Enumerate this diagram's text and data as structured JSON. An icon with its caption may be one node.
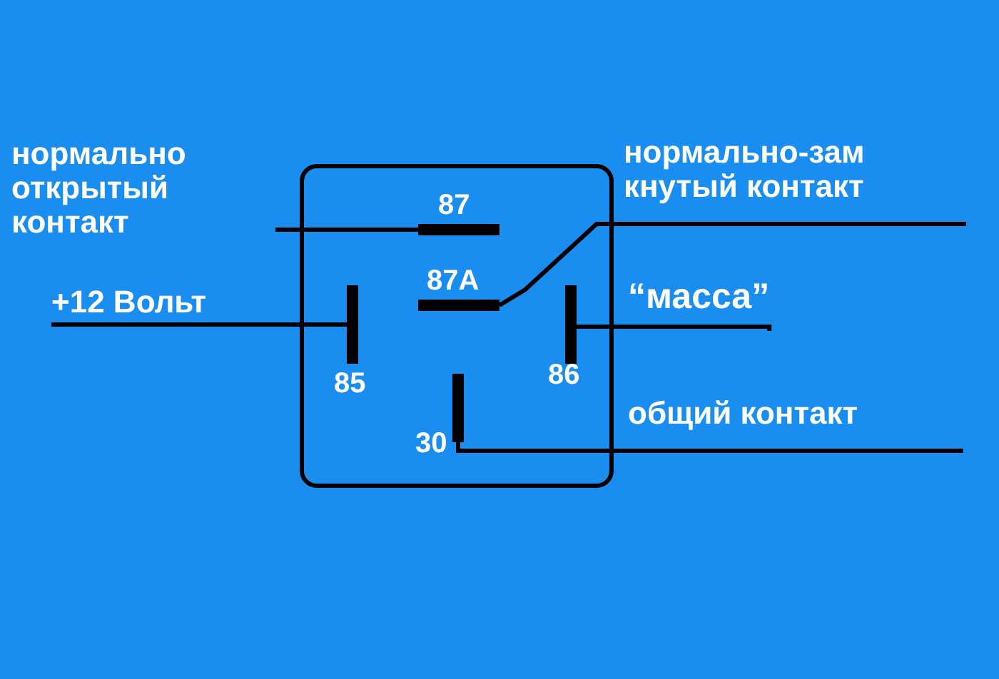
{
  "diagram": {
    "nodes": [
      {
        "text": [],
        "shape": "box"
      },
      {
        "text": [],
        "shape": "bar",
        "in": 0,
        "beside": [
          "87"
        ]
      },
      {
        "text": [],
        "shape": "bar",
        "in": 0,
        "beside": [
          "87A"
        ]
      },
      {
        "text": [],
        "shape": "bar",
        "in": 0,
        "beside": [
          "85"
        ]
      },
      {
        "text": [],
        "shape": "bar",
        "in": 0,
        "beside": [
          "86"
        ]
      },
      {
        "text": [],
        "shape": "bar",
        "in": 0,
        "beside": [
          "30"
        ]
      },
      {
        "text": [
          "нормально открытый контакт"
        ]
      },
      {
        "text": [
          "+12 Вольт"
        ]
      },
      {
        "text": [
          "нормально-зам кнутый контакт"
        ]
      },
      {
        "text": [
          "“масса”"
        ]
      },
      {
        "text": [
          "общий контакт"
        ]
      }
    ],
    "edges": [
      {
        "from": 6,
        "to": 1,
        "arrow": "none"
      },
      {
        "from": 7,
        "to": 3,
        "arrow": "none"
      },
      {
        "from": 2,
        "to": 8,
        "arrow": "none"
      },
      {
        "from": 4,
        "to": 9,
        "arrow": "none"
      },
      {
        "from": 5,
        "to": 10,
        "arrow": "none"
      }
    ]
  }
}
